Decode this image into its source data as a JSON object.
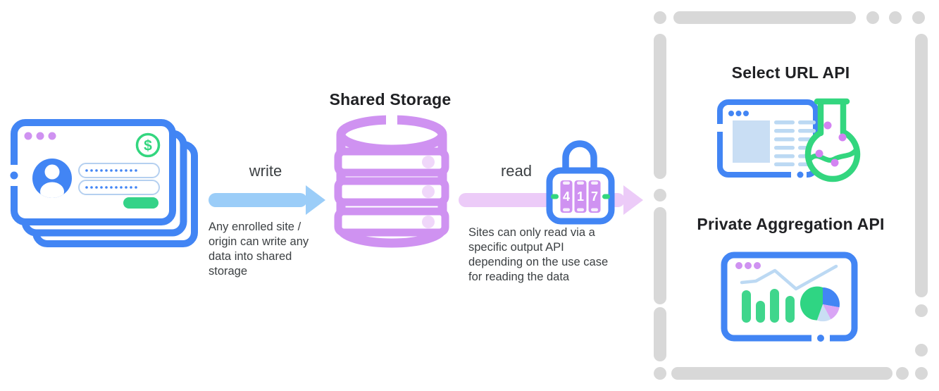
{
  "colors": {
    "blue": "#4285f4",
    "green": "#33d67f",
    "button_green": "#34d388",
    "purple": "#cf92f1",
    "light_purple_dot": "#f0d7fa",
    "write_arrow": "#9bcdf8",
    "read_arrow": "#eccbf8",
    "light_blue_fill": "#c9def4",
    "dash_gray": "#d8d8d8",
    "title_text": "#202124",
    "body_text": "#3c4043"
  },
  "source_sites": {
    "icon": "stacked-login-windows-icon",
    "dollar_symbol": "$"
  },
  "write_flow": {
    "label": "write",
    "description": "Any enrolled site / origin can write any data into shared storage"
  },
  "shared_storage": {
    "title": "Shared Storage",
    "icon": "database-icon"
  },
  "read_flow": {
    "label": "read",
    "description": "Sites can only read via a specific output API depending on the use case for reading the data",
    "lock": {
      "icon": "combination-lock-icon",
      "digits": [
        "4",
        "1",
        "7"
      ]
    }
  },
  "output_panel": {
    "select_url_api": {
      "title": "Select URL API",
      "icon": "browser-window-flask-icon"
    },
    "private_aggregation_api": {
      "title": "Private Aggregation API",
      "icon": "dashboard-charts-icon"
    }
  }
}
